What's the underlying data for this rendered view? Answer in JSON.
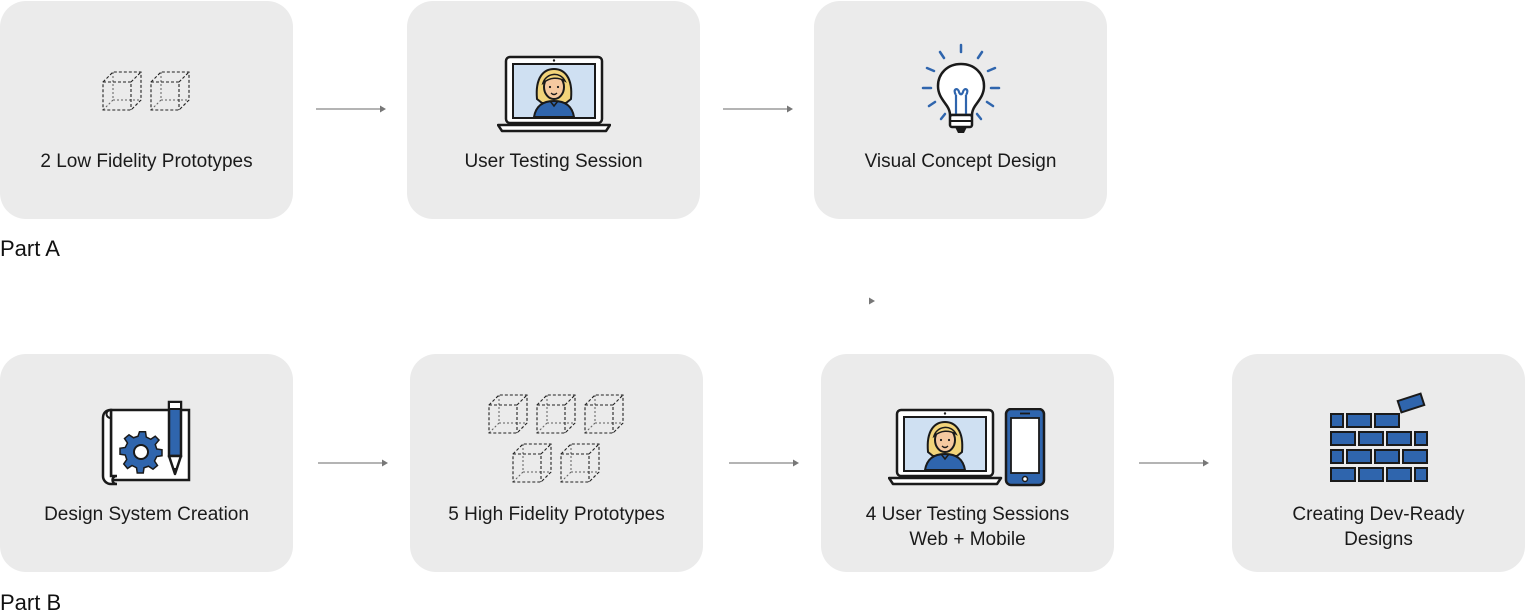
{
  "part_a": {
    "label": "Part A",
    "steps": [
      {
        "label": "2 Low Fidelity Prototypes",
        "icon": "wireframe-cubes-icon"
      },
      {
        "label": "User Testing Session",
        "icon": "laptop-user-icon"
      },
      {
        "label": "Visual Concept Design",
        "icon": "lightbulb-icon"
      }
    ]
  },
  "part_b": {
    "label": "Part B",
    "steps": [
      {
        "label": "Design System Creation",
        "icon": "blueprint-gear-pencil-icon"
      },
      {
        "label": "5 High Fidelity Prototypes",
        "icon": "wireframe-cubes-icon"
      },
      {
        "label": "4 User Testing Sessions",
        "label2": "Web + Mobile",
        "icon": "laptop-phone-user-icon"
      },
      {
        "label": "Creating Dev-Ready",
        "label2": "Designs",
        "icon": "brick-wall-icon"
      }
    ]
  },
  "colors": {
    "card_bg": "#ebebeb",
    "accent_blue": "#2f65ad",
    "outline": "#1a1a1a",
    "arrow": "#888888"
  }
}
